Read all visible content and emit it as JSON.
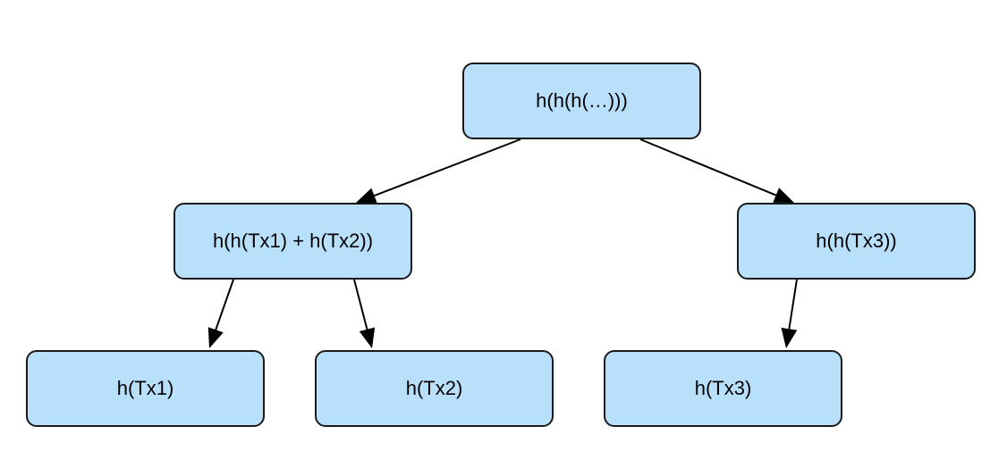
{
  "diagram": {
    "nodes": {
      "root": {
        "label": "h(h(h(…)))"
      },
      "left": {
        "label": "h(h(Tx1) + h(Tx2))"
      },
      "right": {
        "label": "h(h(Tx3))"
      },
      "tx1": {
        "label": "h(Tx1)"
      },
      "tx2": {
        "label": "h(Tx2)"
      },
      "tx3": {
        "label": "h(Tx3)"
      }
    },
    "edges": [
      {
        "from": "root",
        "to": "left"
      },
      {
        "from": "root",
        "to": "right"
      },
      {
        "from": "left",
        "to": "tx1"
      },
      {
        "from": "left",
        "to": "tx2"
      },
      {
        "from": "right",
        "to": "tx3"
      }
    ],
    "colors": {
      "node_fill": "#b9e0fb",
      "node_border": "#1a1a1a",
      "edge": "#000000"
    }
  }
}
